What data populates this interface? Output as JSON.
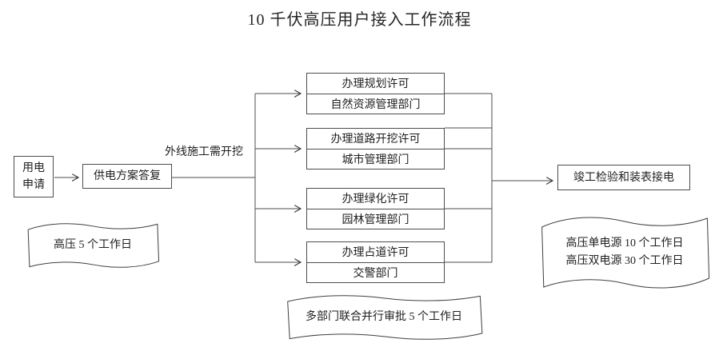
{
  "title": "10 千伏高压用户接入工作流程",
  "flow": {
    "apply": {
      "line1": "用电",
      "line2": "申请"
    },
    "reply": "供电方案答复",
    "branch_label": "外线施工需开挖",
    "final": "竣工检验和装表接电"
  },
  "permits": [
    {
      "title": "办理规划许可",
      "department": "自然资源管理部门"
    },
    {
      "title": "办理道路开挖许可",
      "department": "城市管理部门"
    },
    {
      "title": "办理绿化许可",
      "department": "园林管理部门"
    },
    {
      "title": "办理占道许可",
      "department": "交警部门"
    }
  ],
  "notes": {
    "left": "高压 5 个工作日",
    "middle": "多部门联合并行审批 5 个工作日",
    "right_line1": "高压单电源 10 个工作日",
    "right_line2": "高压双电源 30 个工作日"
  },
  "colors": {
    "line": "#4d4d4d",
    "text": "#1f1f1f",
    "background": "#ffffff"
  }
}
